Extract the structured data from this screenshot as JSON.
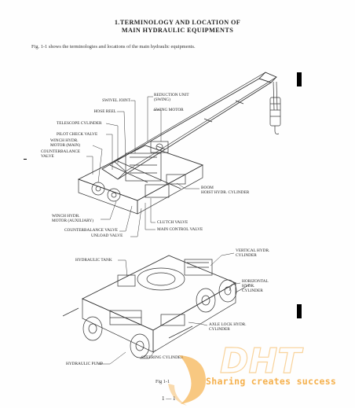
{
  "doc": {
    "title_line1": "1.TERMINOLOGY AND LOCATION OF",
    "title_line2": "MAIN HYDRAULIC EQUIPMENTS",
    "caption": "Fig. 1-1   shows the terminologies and locations of the main hydraulic equipments.",
    "figure_label": "Fig 1-1",
    "page_number": "1 — 1"
  },
  "labels_top": {
    "swivel_joint": "SWIVEL JOINT",
    "hose_reel": "HOSE REEL",
    "telescope_cylinder": "TELESCOPE CYLINDER",
    "pilot_check_valve": "PILOT CHECK VALVE",
    "winch_hydr_motor_main": "WINCH HYDR.\nMOTOR (MAIN)",
    "counterbalance_valve": "COUNTERBALANCE\nVALVE",
    "reduction_unit": "REDUCTION UNIT\n(SWING)",
    "swing_motor": "SWING MOTOR",
    "boom_hoist_cylinder": "BOOM\nHOIST HYDR. CYLINDER",
    "winch_hydr_motor_aux": "WINCH HYDR.\nMOTOR (AUXILIARY)",
    "counterbalance_valve_2": "COUNTERBALANCE VALVE",
    "unload_valve": "UNLOAD VALVE",
    "clutch_valve": "CLUTCH VALVE",
    "main_control_valve": "MAIN CONTROL VALVE"
  },
  "labels_bottom": {
    "hydraulic_tank": "HYDRAULIC TANK",
    "vertical_cylinder": "VERTICAL HYDR.\nCYLINDER",
    "horizontal_cylinder": "HORIZONTAL\nHYDR.\nCYLINDER",
    "axle_lock_cylinder": "AXLE LOCK HYDR.\nCYLINDER",
    "steering_cylinder": "STEERING CYLINDER",
    "hydraulic_pump": "HYDRAULIC PUMP"
  },
  "watermark": {
    "logo_text": "DHT",
    "tagline": "Sharing creates success",
    "color": "#f5b04c"
  }
}
